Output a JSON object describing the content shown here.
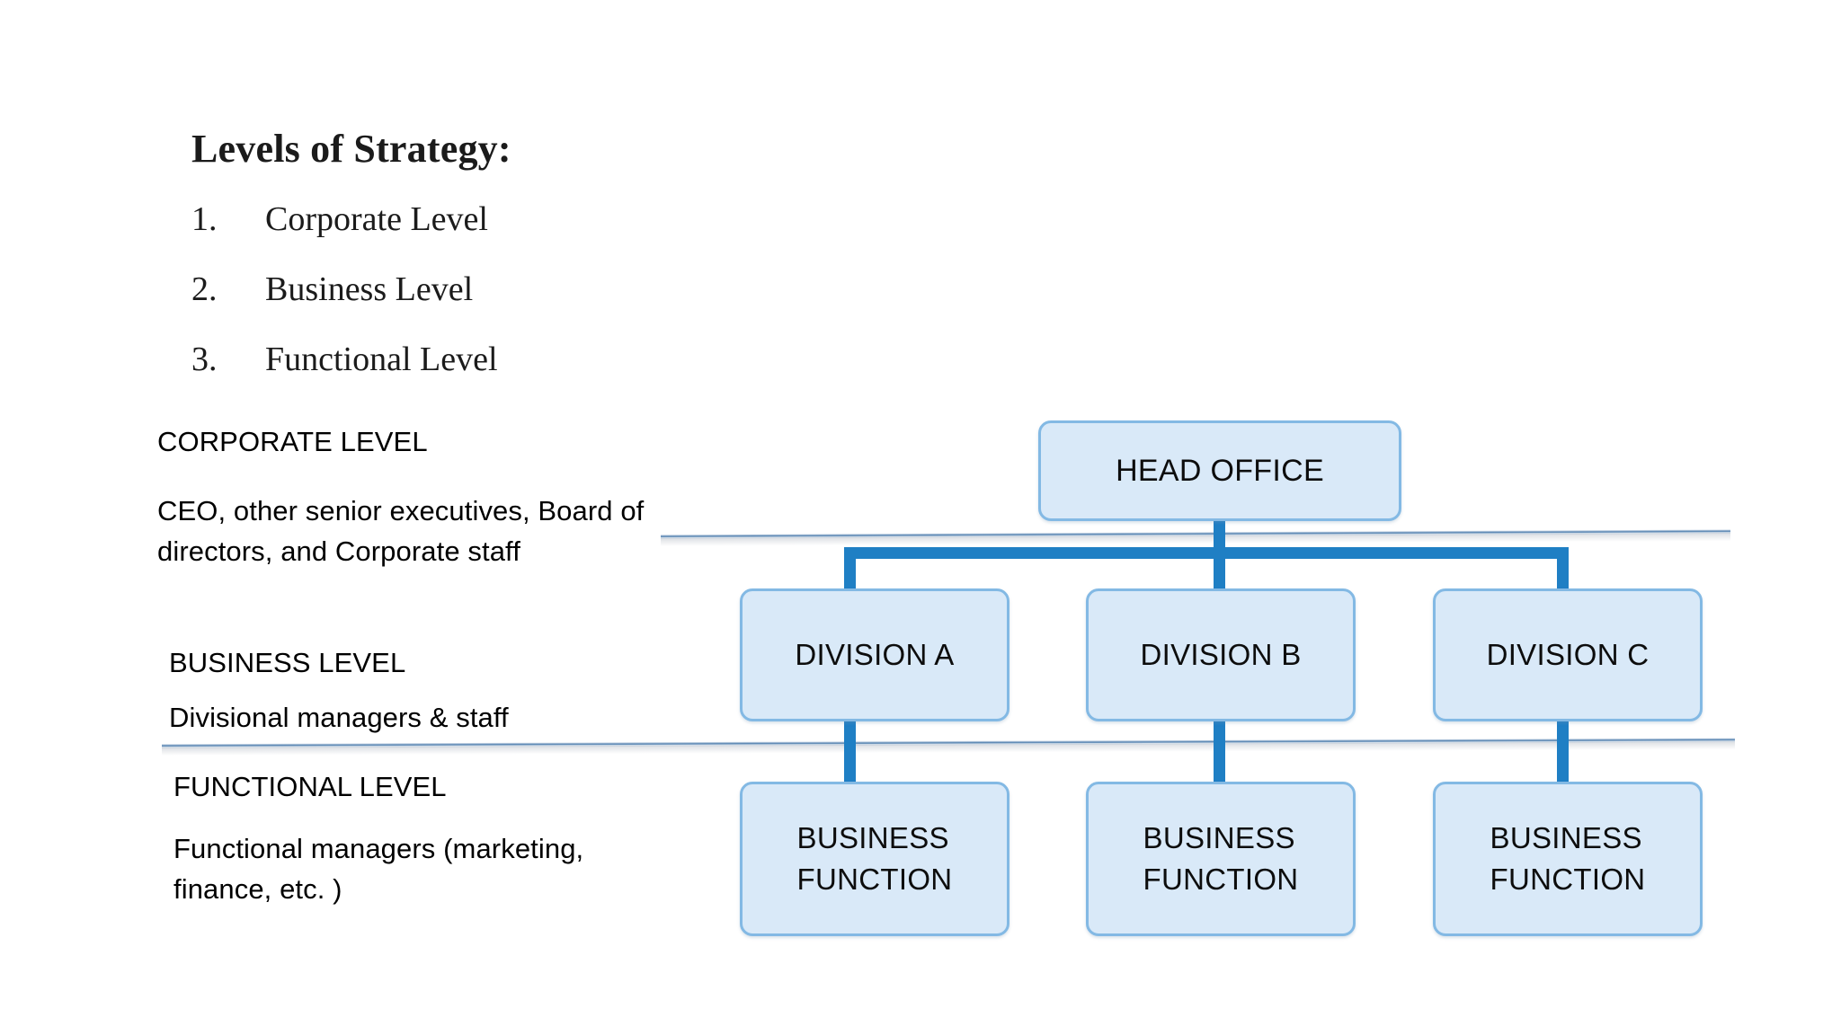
{
  "slide": {
    "title": "Levels of Strategy:",
    "numbered_list": [
      {
        "num": "1.",
        "text": "Corporate Level"
      },
      {
        "num": "2.",
        "text": "Business Level"
      },
      {
        "num": "3.",
        "text": "Functional Level"
      }
    ],
    "levels": [
      {
        "heading": "CORPORATE LEVEL",
        "body": "CEO, other senior executives, Board of directors, and Corporate staff"
      },
      {
        "heading": "BUSINESS LEVEL",
        "body": "Divisional managers & staff"
      },
      {
        "heading": "FUNCTIONAL LEVEL",
        "body": "Functional managers (marketing, finance, etc. )"
      }
    ]
  },
  "org_chart": {
    "head_office": "HEAD OFFICE",
    "divisions": [
      "DIVISION A",
      "DIVISION B",
      "DIVISION C"
    ],
    "functions": [
      "BUSINESS\nFUNCTION",
      "BUSINESS\nFUNCTION",
      "BUSINESS\nFUNCTION"
    ]
  },
  "colors": {
    "node_fill": "#d9e9f8",
    "node_border": "#83b9e4",
    "connector": "#1f7fc4",
    "rule": "#4f7fae",
    "text": "#0d0d0d",
    "title_text": "#1b1b1b"
  }
}
